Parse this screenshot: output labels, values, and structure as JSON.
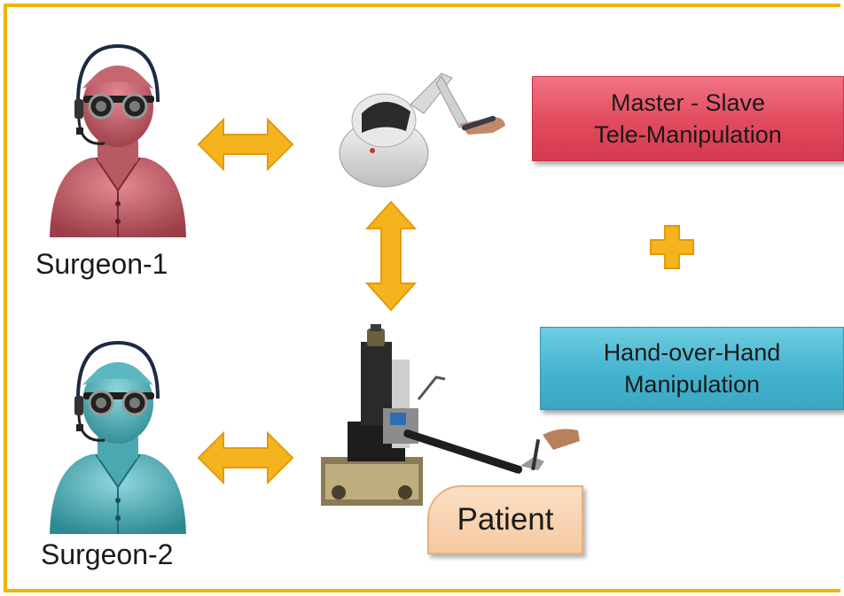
{
  "surgeons": [
    {
      "label": "Surgeon-1",
      "color": "#d0707a"
    },
    {
      "label": "Surgeon-2",
      "color": "#4ab0b8"
    }
  ],
  "boxes": {
    "master_slave": {
      "line1": "Master - Slave",
      "line2": "Tele-Manipulation",
      "color": "#e24a5e"
    },
    "hand_over_hand": {
      "line1": "Hand-over-Hand",
      "line2": "Manipulation",
      "color": "#44b4cf"
    }
  },
  "patient": {
    "label": "Patient"
  },
  "colors": {
    "arrow": "#f5b41e",
    "frame": "#f0b400"
  },
  "icons": [
    "surgeon-icon",
    "haptic-device-icon",
    "surgical-robot-icon",
    "bidirectional-arrow-icon",
    "plus-icon"
  ]
}
